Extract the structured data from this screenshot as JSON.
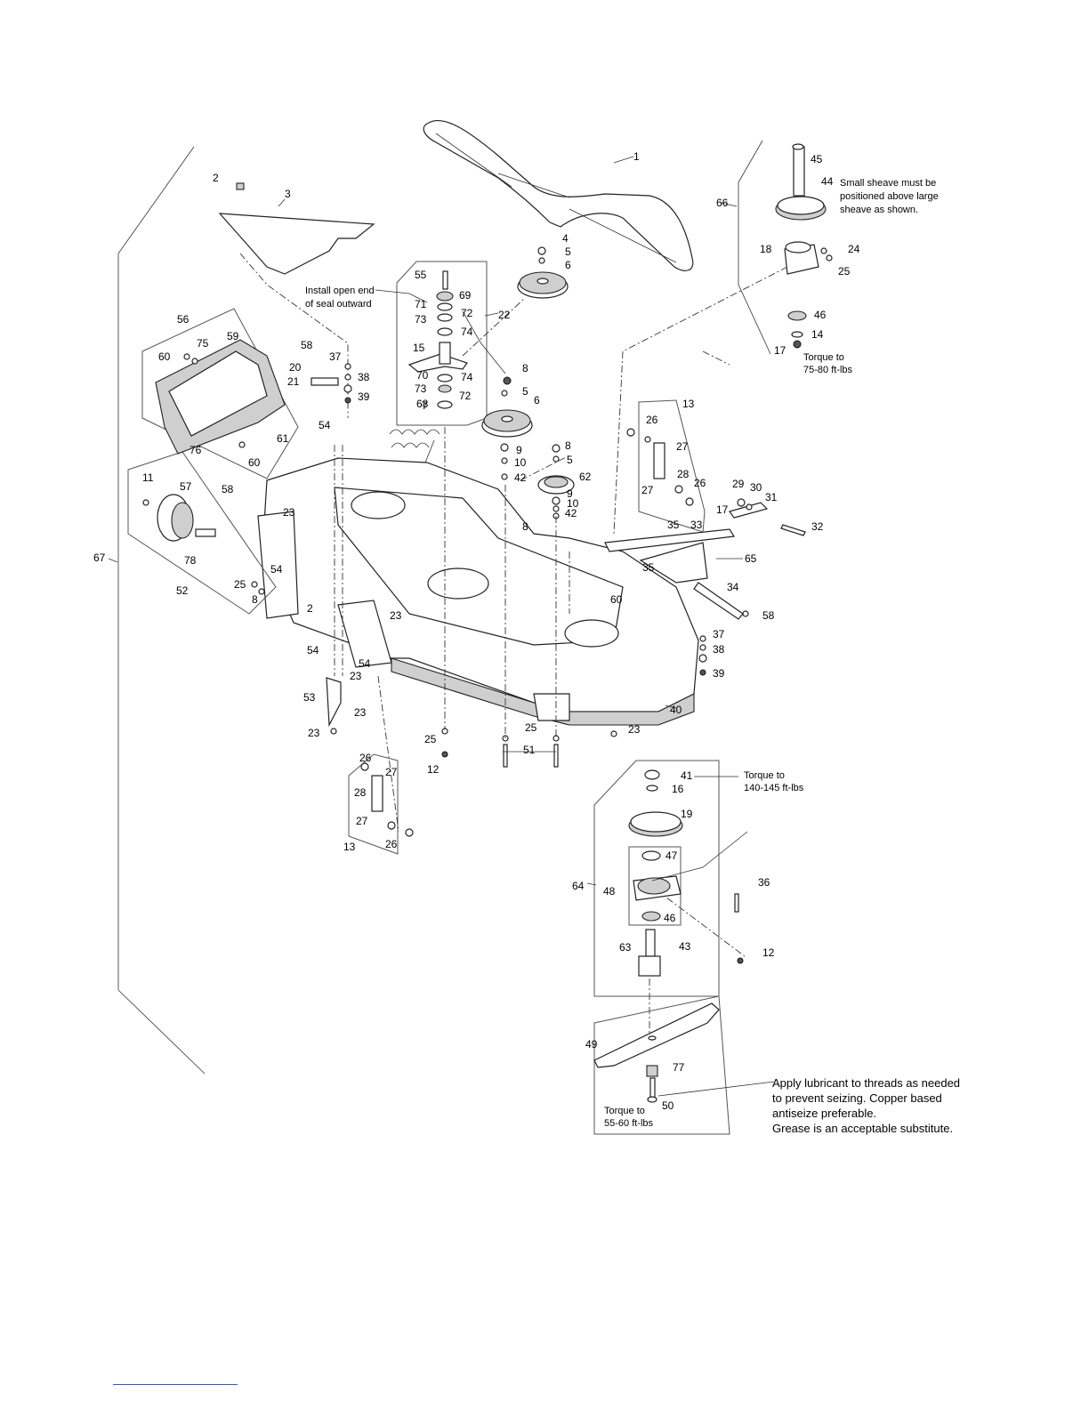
{
  "diagram": {
    "labels": [
      "1",
      "2",
      "3",
      "4",
      "5",
      "6",
      "7",
      "8",
      "9",
      "10",
      "11",
      "12",
      "13",
      "14",
      "15",
      "16",
      "17",
      "18",
      "19",
      "20",
      "21",
      "22",
      "23",
      "24",
      "25",
      "26",
      "27",
      "28",
      "29",
      "30",
      "31",
      "32",
      "33",
      "34",
      "35",
      "36",
      "37",
      "38",
      "39",
      "40",
      "41",
      "42",
      "43",
      "44",
      "45",
      "46",
      "47",
      "48",
      "49",
      "50",
      "51",
      "52",
      "53",
      "54",
      "55",
      "56",
      "57",
      "58",
      "59",
      "60",
      "61",
      "62",
      "63",
      "64",
      "65",
      "66",
      "67",
      "68",
      "69",
      "70",
      "71",
      "72",
      "73",
      "74",
      "75",
      "76",
      "77",
      "78"
    ],
    "notes": {
      "seal": [
        "Install open end",
        "of seal outward"
      ],
      "sheave": [
        "Small sheave must be",
        "positioned above large",
        "sheave as shown."
      ],
      "torque_75": [
        "Torque to",
        "75-80 ft-lbs"
      ],
      "torque_140": [
        "Torque to",
        "140-145 ft-lbs"
      ],
      "torque_55": [
        "Torque to",
        "55-60 ft-lbs"
      ],
      "lubricant": [
        "Apply lubricant to threads as needed",
        "to prevent seizing.  Copper based",
        "antiseize preferable.",
        "Grease is an acceptable substitute."
      ]
    }
  }
}
